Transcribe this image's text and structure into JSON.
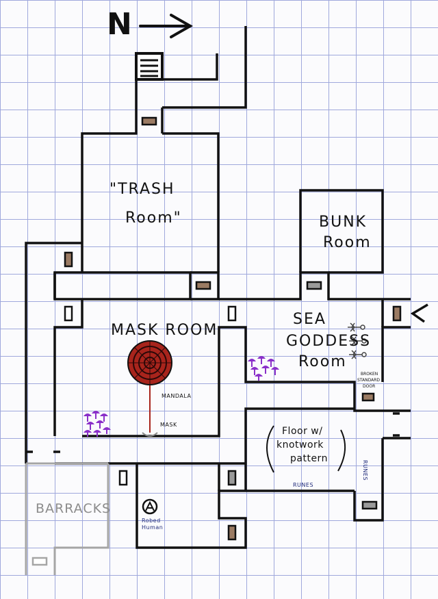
{
  "compass": {
    "letter": "N"
  },
  "rooms": {
    "trash_line1": "\"TRASH",
    "trash_line2": "Room\"",
    "bunk_line1": "BUNK",
    "bunk_line2": "Room",
    "mask_room": "MASK ROOM",
    "sea_line1": "SEA",
    "sea_line2": "GODDESS",
    "sea_line3": "Room",
    "barracks": "BARRACKS"
  },
  "notes": {
    "mandala": "MANDALA",
    "mask": "MASK",
    "floor_line1": "Floor w/",
    "floor_line2": "knotwork",
    "floor_line3": "pattern",
    "runes_bottom": "RUNES",
    "runes_side": "RUNES",
    "robed_line1": "Robed",
    "robed_line2": "Human",
    "broken_line1": "BROKEN",
    "broken_line2": "STANDARD",
    "broken_line3": "DOOR"
  },
  "colors": {
    "wall": "#111111",
    "barracks_wall": "#a5a5a5",
    "door_fill": "#9b7b63",
    "door_fill_gray": "#9a9a9a",
    "fungus": "#8a2fc9",
    "mandala": "#a8241c",
    "note_blue": "#1f2a7a"
  }
}
